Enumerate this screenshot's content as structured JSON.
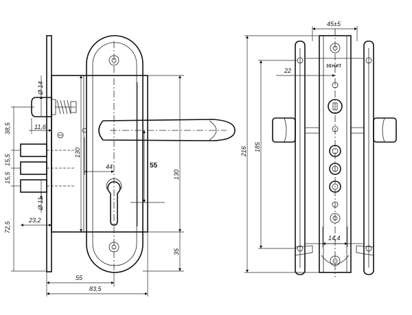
{
  "front_view": {
    "dim_d14": "Ø 14",
    "dim_11_6": "11,6",
    "dim_38_5": "38,5",
    "dim_15_5_a": "15,5",
    "dim_15_5_b": "15,5",
    "dim_d11": "Ø 11",
    "dim_72_5": "72,5",
    "dim_23_2": "23,2",
    "dim_130_left": "130",
    "dim_44": "44",
    "dim_55_bold": "55",
    "dim_130_right": "130",
    "dim_35": "35",
    "dim_55_bottom": "55",
    "dim_83_5": "83,5"
  },
  "side_view": {
    "dim_45": "45±5",
    "dim_22": "22",
    "brand": "ЗЕНИТ",
    "dim_216": "216",
    "dim_185": "185",
    "dim_14_4": "14,4"
  }
}
